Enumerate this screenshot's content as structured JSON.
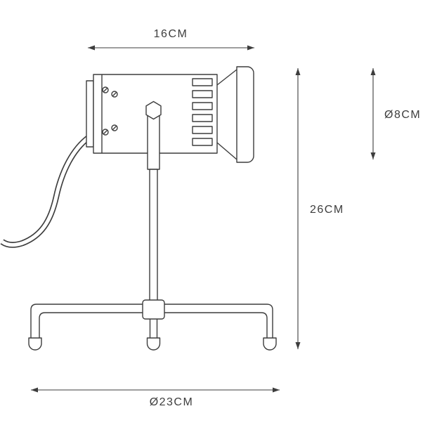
{
  "colors": {
    "line": "#3d3d3d",
    "text": "#3d3d3d",
    "background": "#ffffff"
  },
  "dimensions": {
    "top_width": "16CM",
    "lens_diameter": "Ø8CM",
    "height": "26CM",
    "base_diameter": "Ø23CM"
  }
}
